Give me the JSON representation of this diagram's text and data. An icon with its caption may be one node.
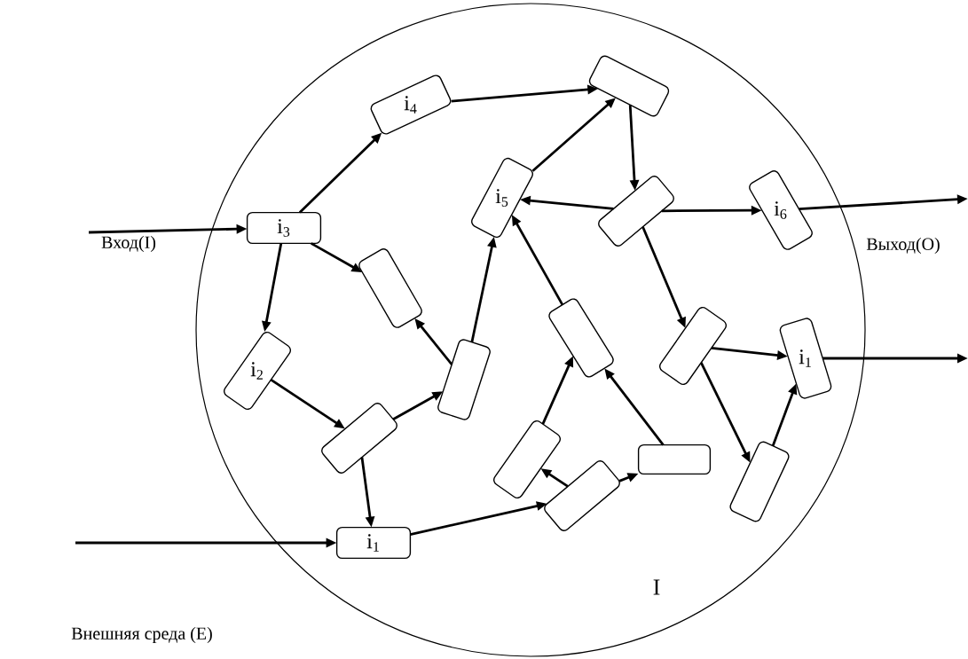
{
  "diagram": {
    "nodes": [
      {
        "text": [
          "I"
        ]
      },
      {
        "text": [
          "i$_{3}$"
        ],
        "in": 0
      },
      {
        "text": [
          "i$_{4}$"
        ],
        "in": 0
      },
      {
        "text": [],
        "shape": "box",
        "in": 0
      },
      {
        "text": [
          "i$_{5}$"
        ],
        "in": 0
      },
      {
        "text": [],
        "shape": "box",
        "in": 0
      },
      {
        "text": [],
        "shape": "box",
        "in": 0
      },
      {
        "text": [
          "i$_{6}$"
        ],
        "in": 0
      },
      {
        "text": [
          "i$_{2}$"
        ],
        "in": 0
      },
      {
        "text": [],
        "shape": "box",
        "in": 0
      },
      {
        "text": [],
        "shape": "box",
        "in": 0
      },
      {
        "text": [],
        "shape": "box",
        "in": 0
      },
      {
        "text": [],
        "shape": "box",
        "in": 0
      },
      {
        "text": [
          "i$_{1}$"
        ],
        "in": 0
      },
      {
        "text": [],
        "shape": "box",
        "in": 0
      },
      {
        "text": [],
        "shape": "box",
        "in": 0
      },
      {
        "text": [],
        "shape": "box",
        "in": 0
      },
      {
        "text": [
          "i$_{1}$"
        ],
        "in": 0
      },
      {
        "text": [],
        "shape": "box",
        "in": 0
      }
    ],
    "edges": [
      {
        "from": null,
        "to": 1,
        "arrow": "to"
      },
      {
        "from": null,
        "to": 17,
        "arrow": "to"
      },
      {
        "from": 1,
        "to": 2,
        "arrow": "to"
      },
      {
        "from": 1,
        "to": 5,
        "arrow": "to"
      },
      {
        "from": 1,
        "to": 8,
        "arrow": "to"
      },
      {
        "from": 2,
        "to": 3,
        "arrow": "to"
      },
      {
        "from": 4,
        "to": 3,
        "arrow": "to"
      },
      {
        "from": 3,
        "to": 6,
        "arrow": "to"
      },
      {
        "from": 6,
        "to": 4,
        "arrow": "to"
      },
      {
        "from": 6,
        "to": 7,
        "arrow": "to"
      },
      {
        "from": 6,
        "to": 12,
        "arrow": "to"
      },
      {
        "from": 7,
        "to": null,
        "arrow": "to"
      },
      {
        "from": 8,
        "to": 9,
        "arrow": "to"
      },
      {
        "from": 9,
        "to": 10,
        "arrow": "to"
      },
      {
        "from": 9,
        "to": 17,
        "arrow": "to"
      },
      {
        "from": 10,
        "to": 5,
        "arrow": "to"
      },
      {
        "from": 10,
        "to": 4,
        "arrow": "to"
      },
      {
        "from": 11,
        "to": 4,
        "arrow": "to"
      },
      {
        "from": 12,
        "to": 13,
        "arrow": "to"
      },
      {
        "from": 12,
        "to": 16,
        "arrow": "to"
      },
      {
        "from": 16,
        "to": 13,
        "arrow": "to"
      },
      {
        "from": 13,
        "to": null,
        "arrow": "to"
      },
      {
        "from": 17,
        "to": 18,
        "arrow": "to"
      },
      {
        "from": 18,
        "to": 14,
        "arrow": "to"
      },
      {
        "from": 18,
        "to": 15,
        "arrow": "to"
      },
      {
        "from": 14,
        "to": 11,
        "arrow": "to"
      },
      {
        "from": 15,
        "to": 11,
        "arrow": "to"
      }
    ],
    "labels": [
      "Вход(I)",
      "Выход(O)",
      "Внешняя среда (E)"
    ]
  }
}
